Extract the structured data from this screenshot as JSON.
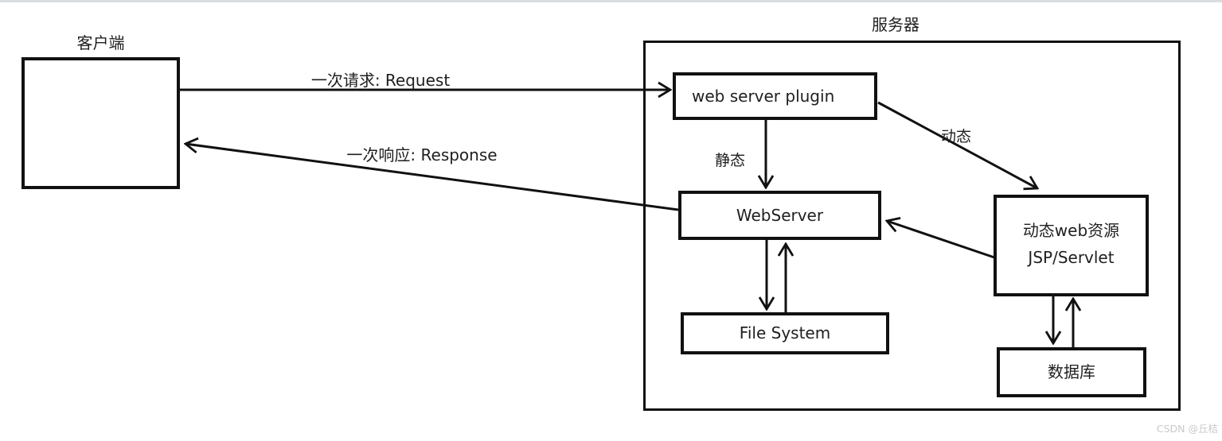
{
  "diagram": {
    "client": {
      "title": "客户端"
    },
    "server": {
      "title": "服务器"
    },
    "nodes": {
      "plugin": {
        "label": "web server plugin"
      },
      "webserver": {
        "label": "WebServer"
      },
      "filesystem": {
        "label": "File System"
      },
      "jsp": {
        "line1": "动态web资源",
        "line2": "JSP/Servlet"
      },
      "database": {
        "label": "数据库"
      }
    },
    "edges": {
      "request": {
        "label": "一次请求: Request"
      },
      "response": {
        "label": "一次响应: Response"
      },
      "static": {
        "label": "静态"
      },
      "dynamic": {
        "label": "动态"
      }
    },
    "colors": {
      "line": "#111111",
      "text": "#1f1f1f",
      "top_border": "#d8dde2",
      "watermark": "#c9c9c9",
      "background": "#ffffff"
    }
  },
  "page": {
    "watermark": "CSDN @丘桔"
  }
}
